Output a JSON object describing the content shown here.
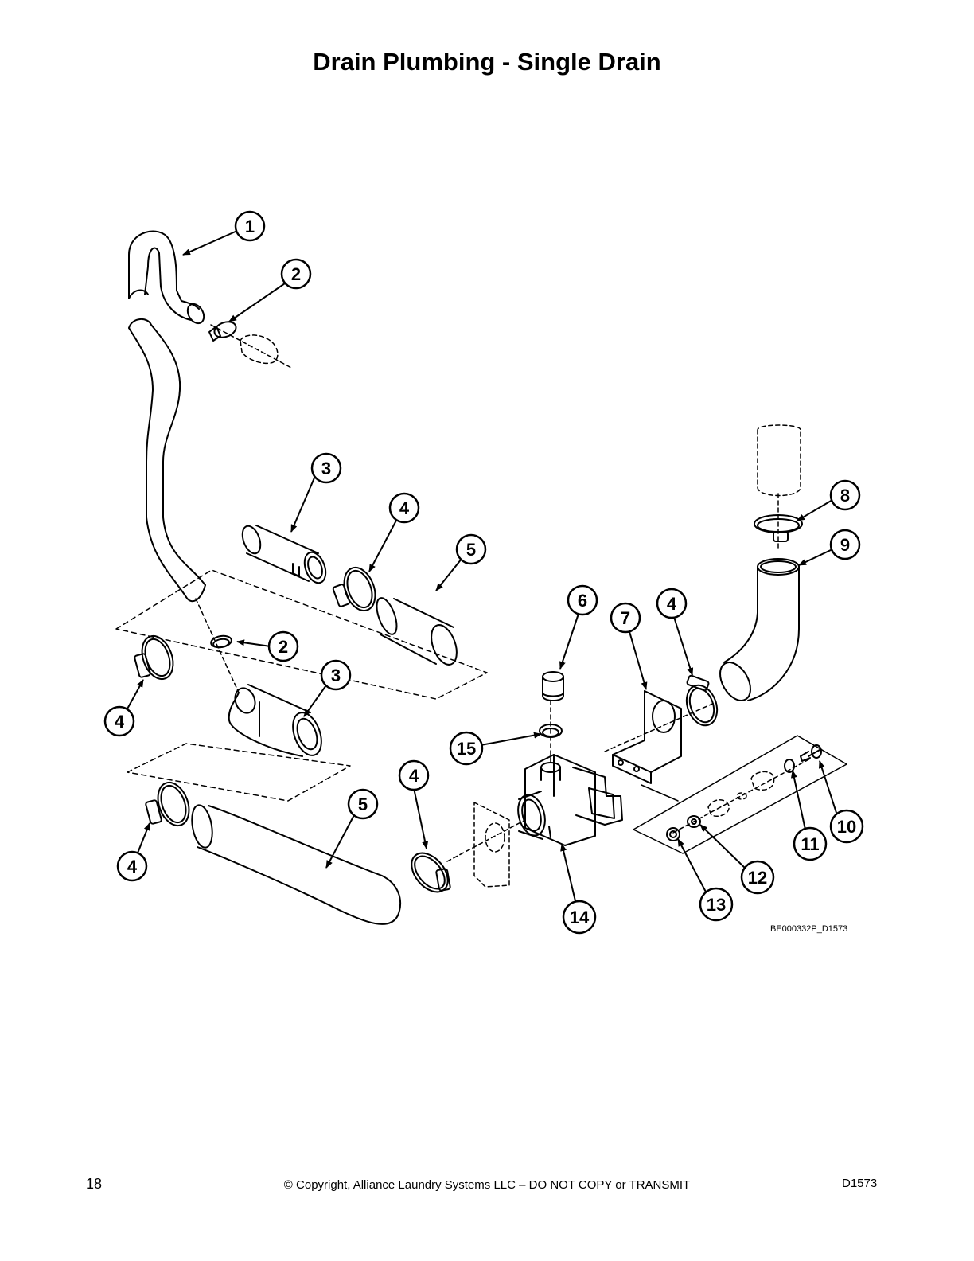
{
  "title": "Drain Plumbing - Single Drain",
  "drawing_id": "BE000332P_D1573",
  "footer": {
    "page_number": "18",
    "copyright": "© Copyright, Alliance Laundry Systems LLC – DO NOT COPY or TRANSMIT",
    "doc_id": "D1573"
  },
  "callouts": [
    {
      "label": "1"
    },
    {
      "label": "2"
    },
    {
      "label": "3"
    },
    {
      "label": "4"
    },
    {
      "label": "5"
    },
    {
      "label": "2"
    },
    {
      "label": "3"
    },
    {
      "label": "4"
    },
    {
      "label": "4"
    },
    {
      "label": "5"
    },
    {
      "label": "4"
    },
    {
      "label": "6"
    },
    {
      "label": "7"
    },
    {
      "label": "4"
    },
    {
      "label": "8"
    },
    {
      "label": "9"
    },
    {
      "label": "15"
    },
    {
      "label": "14"
    },
    {
      "label": "10"
    },
    {
      "label": "11"
    },
    {
      "label": "12"
    },
    {
      "label": "13"
    }
  ]
}
